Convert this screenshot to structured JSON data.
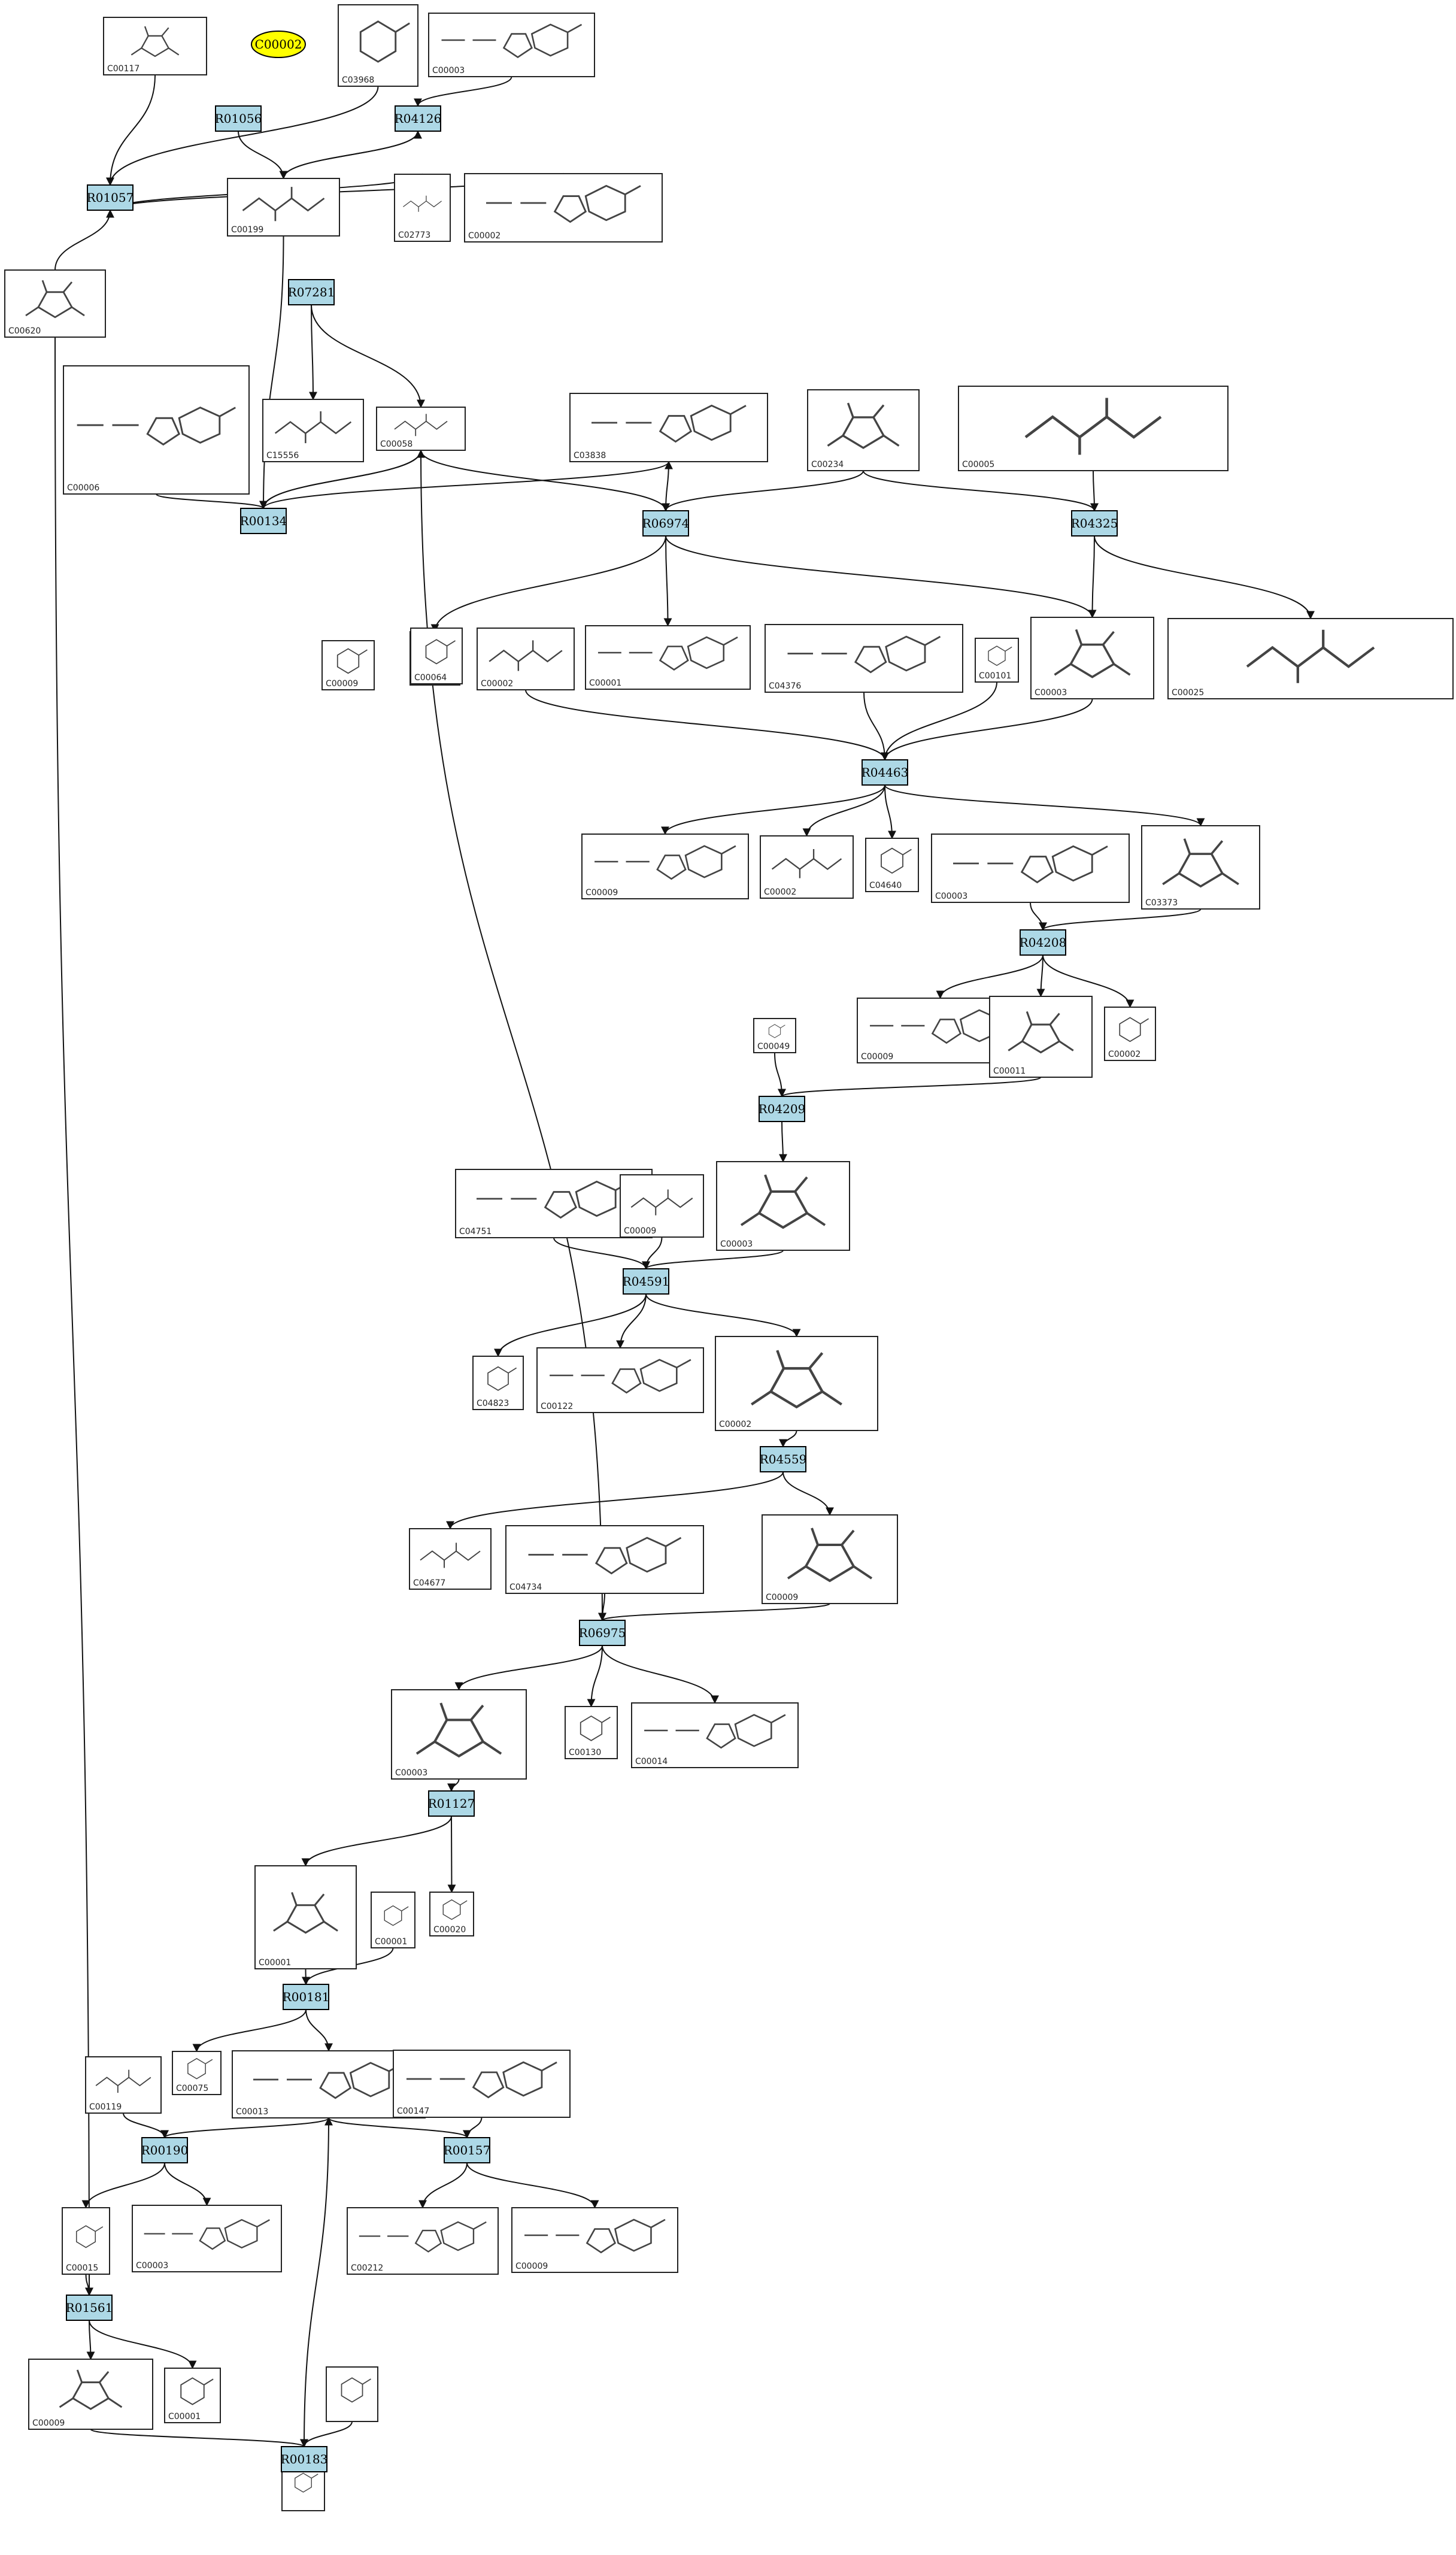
{
  "diagram": {
    "start_node": "C00002",
    "reactions": [
      "R01056",
      "R04126",
      "R01057",
      "R07281",
      "R00134",
      "R06974",
      "R04325",
      "R04463",
      "R04208",
      "R04209",
      "R04591",
      "R04559",
      "R06975",
      "R01127",
      "R00181",
      "R00190",
      "R00157",
      "R01561",
      "R00183"
    ],
    "compounds": [
      "C00117",
      "C03968",
      "C00003",
      "C00199",
      "C02773",
      "C00002",
      "C00620",
      "C15556",
      "C00006",
      "C00058",
      "C03838",
      "C00234",
      "C00005",
      "C00011",
      "C00009",
      "C00064",
      "C00002",
      "C00001",
      "C04376",
      "C00101",
      "C00003",
      "C00025",
      "C00009",
      "C00002",
      "C04640",
      "C00003",
      "C03373",
      "C00009",
      "C00011",
      "C00002",
      "C00049",
      "C04751",
      "C00009",
      "C00003",
      "C04823",
      "C00122",
      "C00002",
      "C04677",
      "C04734",
      "C00009",
      "C00003",
      "C00130",
      "C00014",
      "C00001",
      "C00001",
      "C00020",
      "C00075",
      "C00013",
      "C00147",
      "C00119",
      "C00015",
      "C00003",
      "C00212",
      "C00009",
      "C00009",
      "C00001"
    ]
  }
}
